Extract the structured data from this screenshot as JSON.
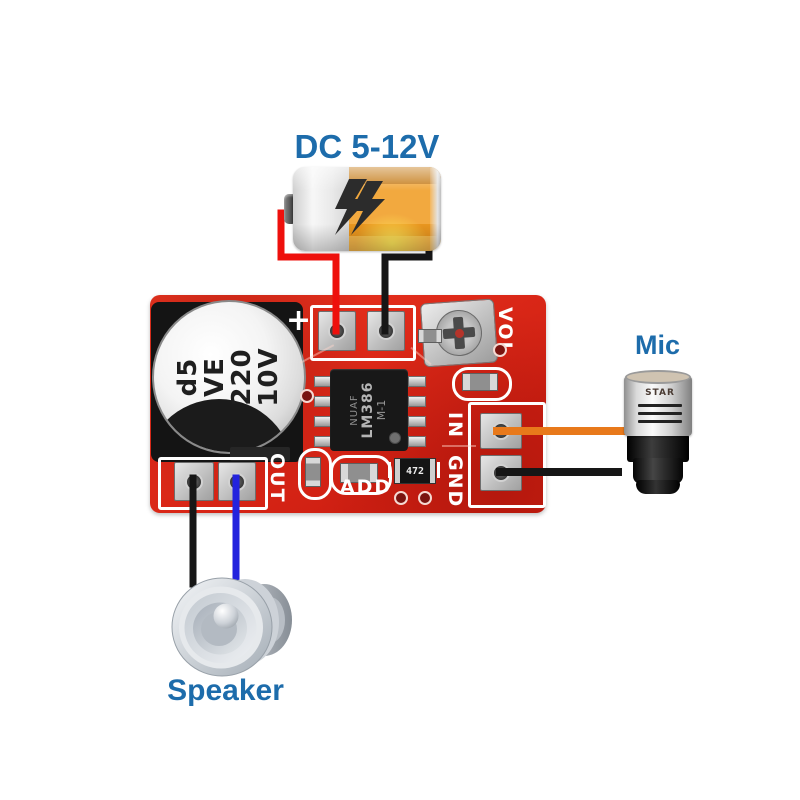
{
  "labels": {
    "power_supply": "DC 5-12V",
    "mic": "Mic",
    "speaker": "Speaker"
  },
  "board": {
    "silkscreen": {
      "plus": "+",
      "volume": "VOL",
      "input": "IN",
      "ground": "GND",
      "output": "OUT",
      "add": "ADD"
    },
    "capacitor": {
      "lines": [
        "d5",
        "VE",
        "220",
        "10V"
      ]
    },
    "ic": {
      "lines": [
        "NUAF",
        "LM386",
        "M-1"
      ]
    },
    "resistor": {
      "value": "472"
    }
  },
  "mic": {
    "brand": "STAR"
  },
  "colors": {
    "label_blue": "#1d6cab",
    "board_red": "#df2319",
    "wire_red": "#ee100c",
    "wire_black": "#161616",
    "wire_blue": "#2323dd",
    "wire_orange": "#e8791b",
    "battery_orange": "#f2a93f"
  }
}
